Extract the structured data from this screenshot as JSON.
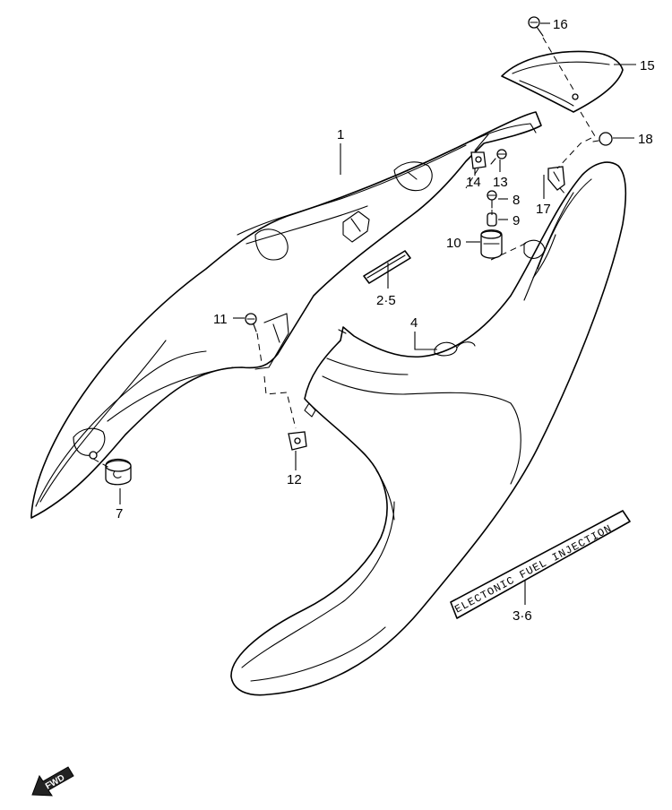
{
  "callouts": {
    "c1": "1",
    "c2_5": "2·5",
    "c3_6": "3·6",
    "c4": "4",
    "c7": "7",
    "c8": "8",
    "c9": "9",
    "c10": "10",
    "c11": "11",
    "c12": "12",
    "c13": "13",
    "c14": "14",
    "c15": "15",
    "c16": "16",
    "c17": "17",
    "c18": "18"
  },
  "decal_text": "ELECTONIC FUEL INJECTION",
  "fwd_label": "FWD"
}
